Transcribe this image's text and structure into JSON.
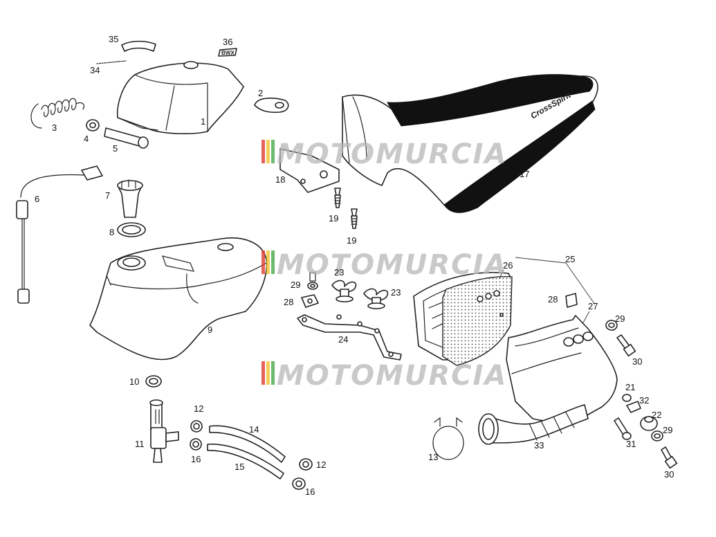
{
  "watermark": {
    "text": "MOTOMURCIA",
    "colors": [
      "#e23b2e",
      "#f2c230",
      "#48a84b"
    ]
  },
  "seat_text": "CrossSpirit",
  "decal_text": "BWX",
  "part_numbers": {
    "n1": "1",
    "n2": "2",
    "n3": "3",
    "n4": "4",
    "n5": "5",
    "n6": "6",
    "n7": "7",
    "n8": "8",
    "n9": "9",
    "n10": "10",
    "n11": "11",
    "n12a": "12",
    "n12b": "12",
    "n13": "13",
    "n14": "14",
    "n15": "15",
    "n16a": "16",
    "n16b": "16",
    "n17": "17",
    "n18": "18",
    "n19a": "19",
    "n19b": "19",
    "n21": "21",
    "n22": "22",
    "n23a": "23",
    "n23b": "23",
    "n24": "24",
    "n25": "25",
    "n26": "26",
    "n27": "27",
    "n28a": "28",
    "n28b": "28",
    "n29a": "29",
    "n29b": "29",
    "n29c": "29",
    "n30a": "30",
    "n30b": "30",
    "n31": "31",
    "n32": "32",
    "n33": "33",
    "n34": "34",
    "n35": "35",
    "n36": "36"
  }
}
